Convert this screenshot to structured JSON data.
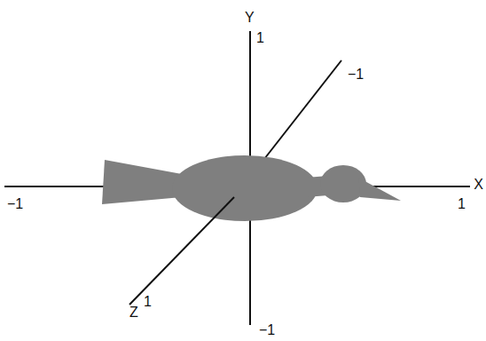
{
  "diagram": {
    "labels": [
      "Y",
      "1",
      "−1",
      "X",
      "−1",
      "1",
      "Z",
      "1",
      "−1"
    ]
  }
}
